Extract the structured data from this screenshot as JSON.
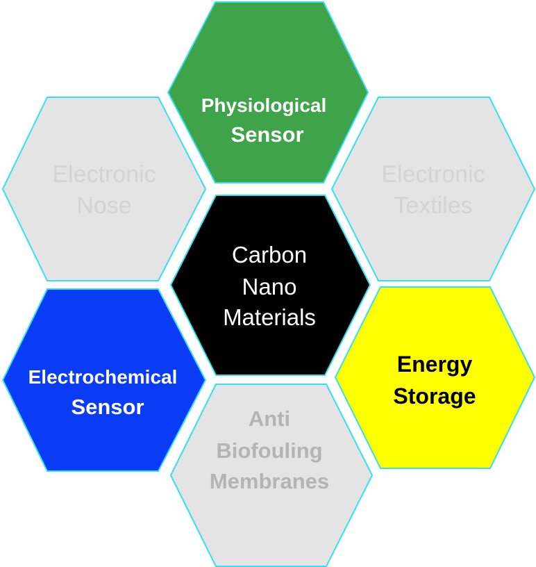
{
  "colors": {
    "outline": "#33e0f0",
    "physiological": "#3fa34a",
    "electronic_nose": "#e4e4e4",
    "electronic_textiles": "#e4e4e4",
    "center": "#000000",
    "electrochemical": "#0a3cf5",
    "energy_storage": "#ffff00",
    "anti_biofouling": "#e4e4e4",
    "text_light": "#ffffff",
    "text_dark": "#000000",
    "text_faded": "#d4d4d4",
    "text_faded_bold": "#b4b4b4"
  },
  "hexagons": {
    "physiological_sensor": {
      "line1": "Physiological",
      "line2": "Sensor"
    },
    "electronic_nose": {
      "line1": "Electronic",
      "line2": "Nose"
    },
    "electronic_textiles": {
      "line1": "Electronic",
      "line2": "Textiles"
    },
    "carbon_nano_materials": {
      "line1": "Carbon",
      "line2": "Nano",
      "line3": "Materials"
    },
    "electrochemical_sensor": {
      "line1": "Electrochemical",
      "line2": "Sensor"
    },
    "energy_storage": {
      "line1": "Energy",
      "line2": "Storage"
    },
    "anti_biofouling_membranes": {
      "line1": "Anti",
      "line2": "Biofouling",
      "line3": "Membranes"
    }
  }
}
